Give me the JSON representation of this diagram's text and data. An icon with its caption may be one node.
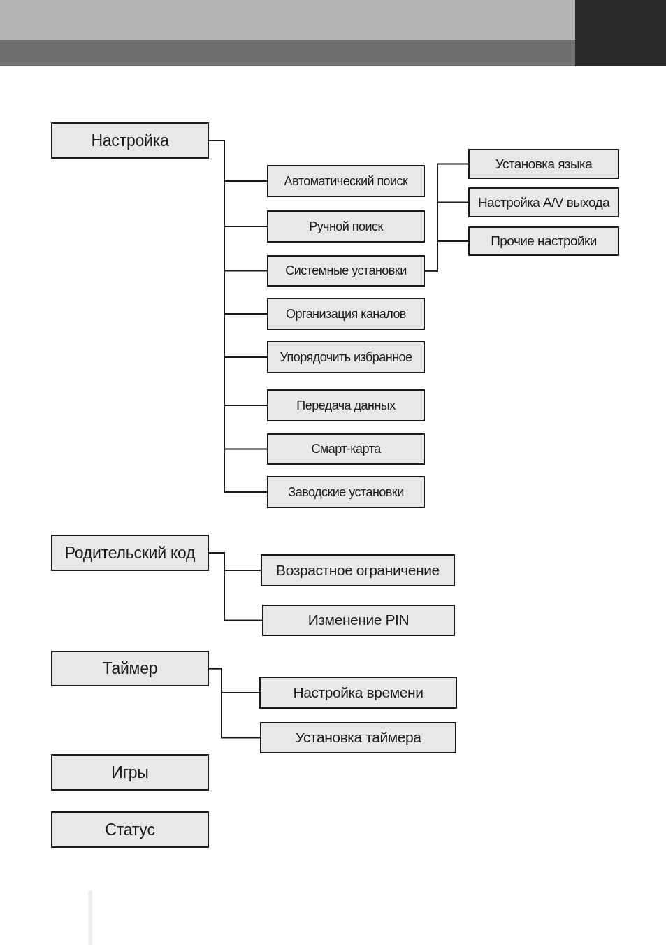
{
  "diagram": {
    "nodes": [
      {
        "text": [
          "Настройка"
        ]
      },
      {
        "text": [
          "Автоматический поиск"
        ]
      },
      {
        "text": [
          "Ручной поиск"
        ]
      },
      {
        "text": [
          "Системные установки"
        ]
      },
      {
        "text": [
          "Организация каналов"
        ]
      },
      {
        "text": [
          "Упорядочить избранное"
        ]
      },
      {
        "text": [
          "Передача данных"
        ]
      },
      {
        "text": [
          "Смарт-карта"
        ]
      },
      {
        "text": [
          "Заводские установки"
        ]
      },
      {
        "text": [
          "Установка языка"
        ]
      },
      {
        "text": [
          "Настройка A/V выхода"
        ]
      },
      {
        "text": [
          "Прочие настройки"
        ]
      },
      {
        "text": [
          "Родительский код"
        ]
      },
      {
        "text": [
          "Возрастное ограничение"
        ]
      },
      {
        "text": [
          "Изменение PIN"
        ]
      },
      {
        "text": [
          "Таймер"
        ]
      },
      {
        "text": [
          "Настройка времени"
        ]
      },
      {
        "text": [
          "Установка таймера"
        ]
      },
      {
        "text": [
          "Игры"
        ]
      },
      {
        "text": [
          "Статус"
        ]
      }
    ],
    "edges": [
      {
        "from": 0,
        "to": 1,
        "arrow": "none"
      },
      {
        "from": 0,
        "to": 2,
        "arrow": "none"
      },
      {
        "from": 0,
        "to": 3,
        "arrow": "none"
      },
      {
        "from": 0,
        "to": 4,
        "arrow": "none"
      },
      {
        "from": 0,
        "to": 5,
        "arrow": "none"
      },
      {
        "from": 0,
        "to": 6,
        "arrow": "none"
      },
      {
        "from": 0,
        "to": 7,
        "arrow": "none"
      },
      {
        "from": 0,
        "to": 8,
        "arrow": "none"
      },
      {
        "from": 3,
        "to": 9,
        "arrow": "none"
      },
      {
        "from": 3,
        "to": 10,
        "arrow": "none"
      },
      {
        "from": 3,
        "to": 11,
        "arrow": "none"
      },
      {
        "from": 12,
        "to": 13,
        "arrow": "none"
      },
      {
        "from": 12,
        "to": 14,
        "arrow": "none"
      },
      {
        "from": 15,
        "to": 16,
        "arrow": "none"
      },
      {
        "from": 15,
        "to": 17,
        "arrow": "none"
      }
    ]
  }
}
